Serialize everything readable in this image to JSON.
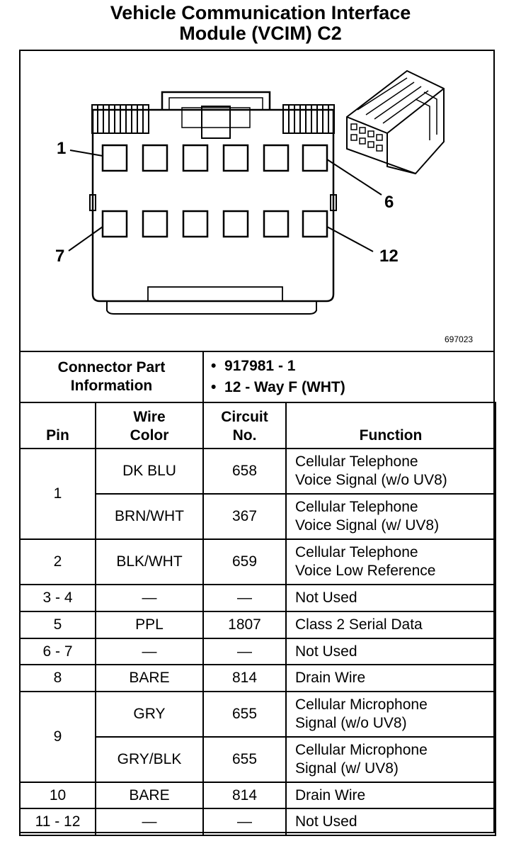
{
  "title": {
    "line1": "Vehicle Communication Interface",
    "line2": "Module (VCIM) C2"
  },
  "diagram": {
    "pin_labels": {
      "p1": "1",
      "p6": "6",
      "p7": "7",
      "p12": "12"
    },
    "figure_id": "697023"
  },
  "connector_info": {
    "label_line1": "Connector Part",
    "label_line2": "Information",
    "items": [
      "917981 - 1",
      "12 - Way F (WHT)"
    ]
  },
  "table": {
    "headers": {
      "pin": "Pin",
      "wire_color_1": "Wire",
      "wire_color_2": "Color",
      "circuit_1": "Circuit",
      "circuit_2": "No.",
      "function": "Function"
    },
    "rows": [
      {
        "pin": "1",
        "wire": "DK BLU",
        "circuit": "658",
        "function_1": "Cellular Telephone",
        "function_2": "Voice Signal (w/o UV8)"
      },
      {
        "pin": "",
        "wire": "BRN/WHT",
        "circuit": "367",
        "function_1": "Cellular Telephone",
        "function_2": "Voice Signal (w/ UV8)"
      },
      {
        "pin": "2",
        "wire": "BLK/WHT",
        "circuit": "659",
        "function_1": "Cellular Telephone",
        "function_2": "Voice Low Reference"
      },
      {
        "pin": "3 - 4",
        "wire": "—",
        "circuit": "—",
        "function_1": "Not Used",
        "function_2": ""
      },
      {
        "pin": "5",
        "wire": "PPL",
        "circuit": "1807",
        "function_1": "Class 2 Serial Data",
        "function_2": ""
      },
      {
        "pin": "6 - 7",
        "wire": "—",
        "circuit": "—",
        "function_1": "Not Used",
        "function_2": ""
      },
      {
        "pin": "8",
        "wire": "BARE",
        "circuit": "814",
        "function_1": "Drain Wire",
        "function_2": ""
      },
      {
        "pin": "9",
        "wire": "GRY",
        "circuit": "655",
        "function_1": "Cellular Microphone",
        "function_2": "Signal (w/o UV8)"
      },
      {
        "pin": "",
        "wire": "GRY/BLK",
        "circuit": "655",
        "function_1": "Cellular Microphone",
        "function_2": "Signal (w/ UV8)"
      },
      {
        "pin": "10",
        "wire": "BARE",
        "circuit": "814",
        "function_1": "Drain Wire",
        "function_2": ""
      },
      {
        "pin": "11 - 12",
        "wire": "—",
        "circuit": "—",
        "function_1": "Not Used",
        "function_2": ""
      }
    ]
  }
}
